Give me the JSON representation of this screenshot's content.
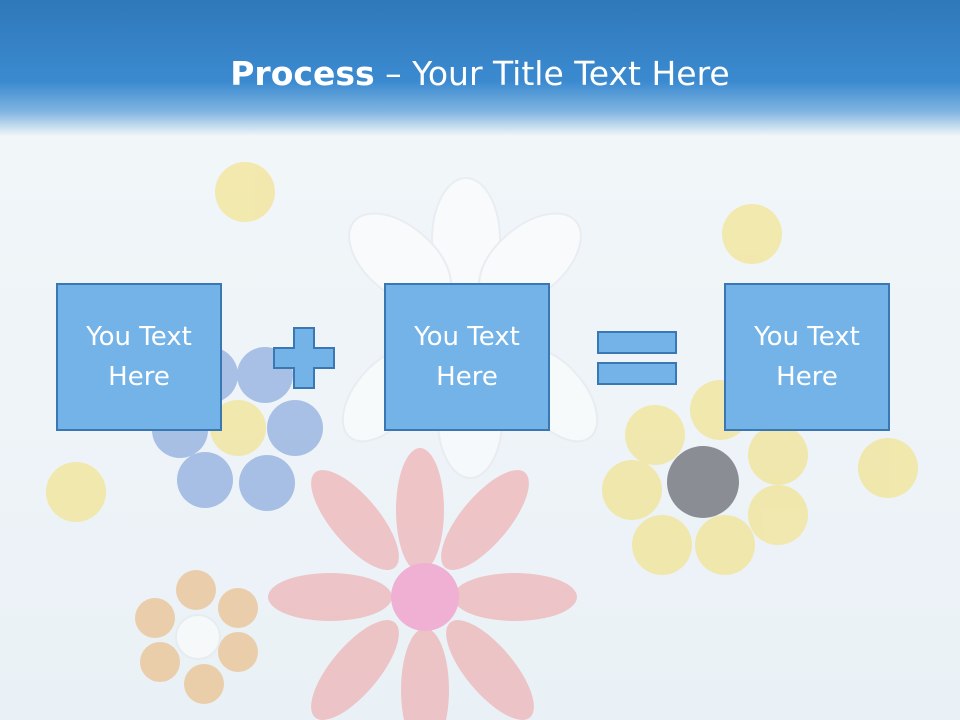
{
  "slide": {
    "title_bold": "Process",
    "title_rest": " – Your Title Text Here",
    "boxes": [
      {
        "label": "You Text Here"
      },
      {
        "label": "You Text Here"
      },
      {
        "label": "You Text Here"
      }
    ],
    "operators": [
      "plus",
      "equals"
    ]
  },
  "colors": {
    "header": "#2f78b9",
    "box_fill": "#74b3e8",
    "box_border": "#3a78b3",
    "text": "#ffffff"
  }
}
